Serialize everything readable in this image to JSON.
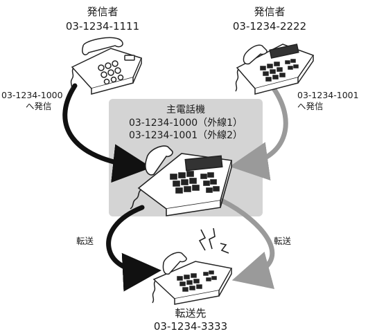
{
  "caller_left": {
    "title": "発信者",
    "number": "03-1234-1111",
    "dial_number": "03-1234-1000",
    "dial_action": "へ発信"
  },
  "caller_right": {
    "title": "発信者",
    "number": "03-1234-2222",
    "dial_number": "03-1234-1001",
    "dial_action": "へ発信"
  },
  "main_phone": {
    "title": "主電話機",
    "line1": "03-1234-1000（外線1）",
    "line2": "03-1234-1001（外線2）"
  },
  "transfer_left_label": "転送",
  "transfer_right_label": "転送",
  "transfer_destination": {
    "title": "転送先",
    "number": "03-1234-3333"
  },
  "colors": {
    "main_box": "#d4d4d4",
    "arrow_black": "#111111",
    "arrow_gray": "#9a9a9a",
    "phone_fill": "#ffffff",
    "phone_stroke": "#222222"
  }
}
